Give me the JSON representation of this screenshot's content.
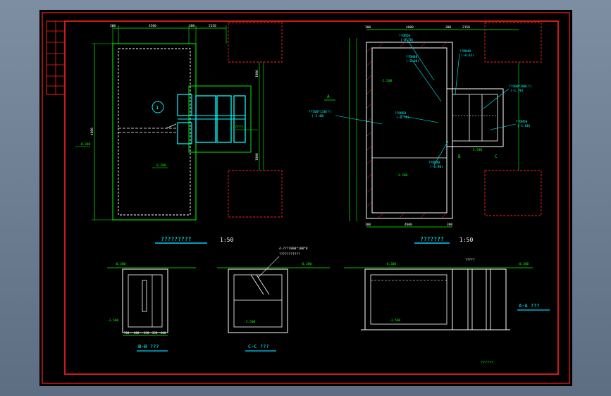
{
  "colors": {
    "background": "#000000",
    "border": "#ff2020",
    "wall": "#ffffff",
    "dim": "#00ff00",
    "leader": "#00ffff",
    "axis": "#ff2020",
    "title_underline": "#00d0ff"
  },
  "views": {
    "plan1_title": "?????????",
    "plan1_scale": "1:50",
    "plan2_title": "???????",
    "plan2_scale": "1:50",
    "section_bb": "B-B ???",
    "section_cc": "C-C ???",
    "section_aa": "A-A ???",
    "corner_note": "??????"
  },
  "plan1": {
    "dims_top": [
      "300",
      "4500",
      "300",
      "2150"
    ],
    "dims_left": "4800",
    "dims_right": [
      "1900",
      "1900"
    ],
    "elev_left": "-0.300",
    "elev_bottom": "0.200",
    "label_circle": "1",
    "note": "?????"
  },
  "plan2": {
    "dims_top": [
      "300",
      "4600",
      "300",
      "2150"
    ],
    "dims_bottom": [
      "300",
      "4600",
      "300"
    ],
    "marker_a": "A",
    "marker_b": "B",
    "marker_c": "C",
    "pipe_labels": [
      "??DN50",
      "(-0.70)",
      "??DN40",
      "(-0.60)",
      "??DN40",
      "(-0.62)",
      "??400*300(?)",
      "(-1.70)",
      "??500*150(?)",
      "(-1.40)",
      "??DN50",
      "(-0.70)",
      "??DN40",
      "(-0.80)",
      "??DN50",
      "(-1.60)"
    ],
    "elevs": [
      "-2.500",
      "-3.500",
      "-3.500"
    ]
  },
  "sections": {
    "bb_elev_top": "-0.300",
    "bb_elev_bottom": "-3.500",
    "bb_dims_bottom": [
      "700",
      "600",
      "350",
      "350",
      "600"
    ],
    "cc_note": "4-???1800*100*8",
    "cc_note2": "???????????",
    "cc_elev_top": "-0.300",
    "cc_elev_bottom": "-3.500",
    "aa_elev_top": "-0.300",
    "aa_elev_right": "-0.300",
    "aa_elev_bottom": "-3.500",
    "aa_water": "?????"
  }
}
